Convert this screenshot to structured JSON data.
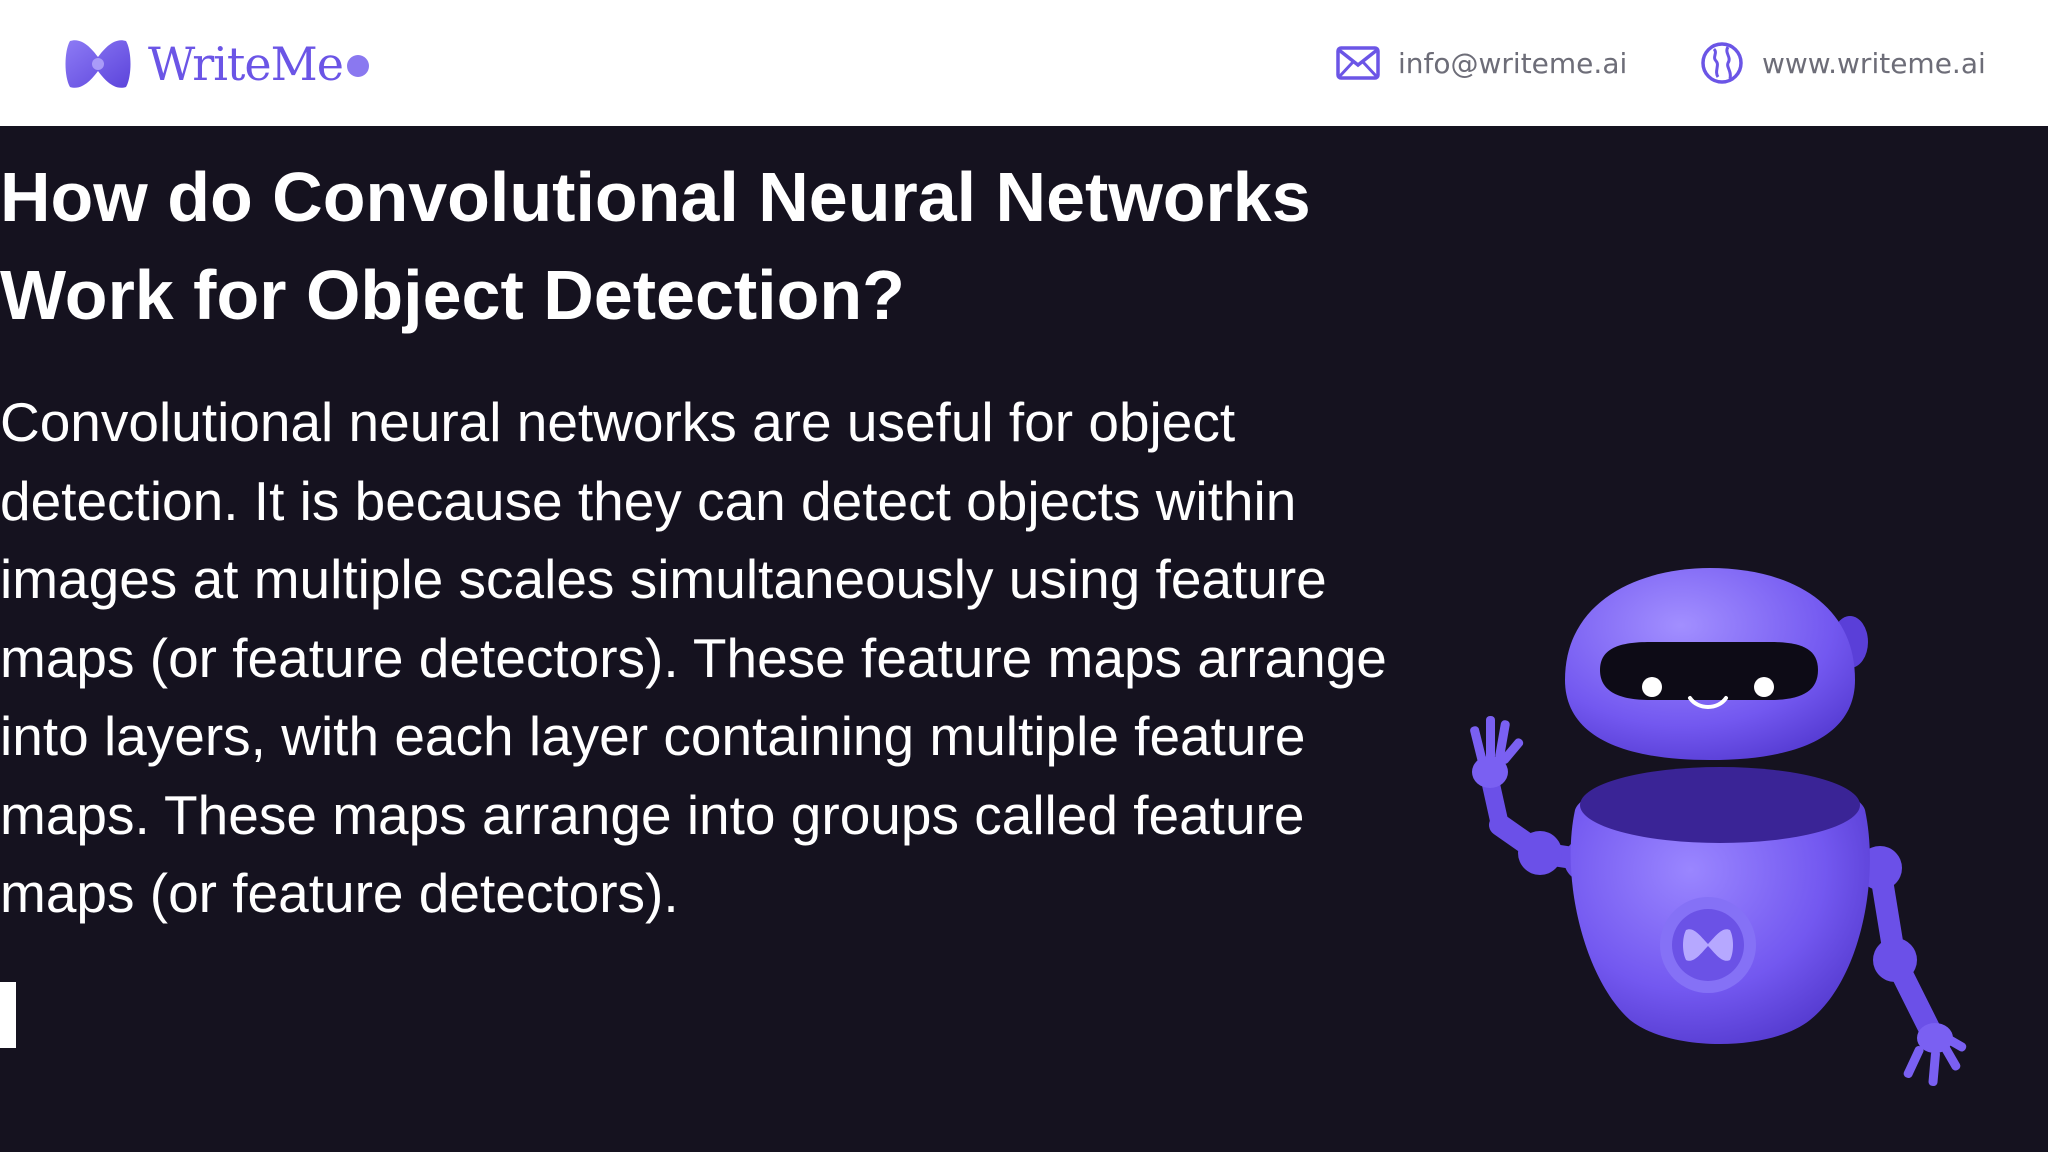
{
  "header": {
    "brand_name": "WriteMe",
    "email": "info@writeme.ai",
    "website": "www.writeme.ai"
  },
  "content": {
    "title": "How do Convolutional Neural Networks Work for Object Detection?",
    "body": "Convolutional neural networks are useful for object detection. It is because they can detect objects within images at multiple scales simultaneously using feature maps (or feature detectors). These feature maps arrange into layers, with each layer containing multiple feature maps. These maps arrange into groups called feature maps (or feature detectors)."
  },
  "icons": {
    "logo": "writeme-logo-icon",
    "email": "envelope-icon",
    "website": "globe-icon",
    "illustration": "robot-mascot-illustration"
  },
  "colors": {
    "background": "#15121f",
    "header_background": "#ffffff",
    "brand": "#6b55e6",
    "robot": "#7b62f2",
    "text": "#ffffff"
  }
}
